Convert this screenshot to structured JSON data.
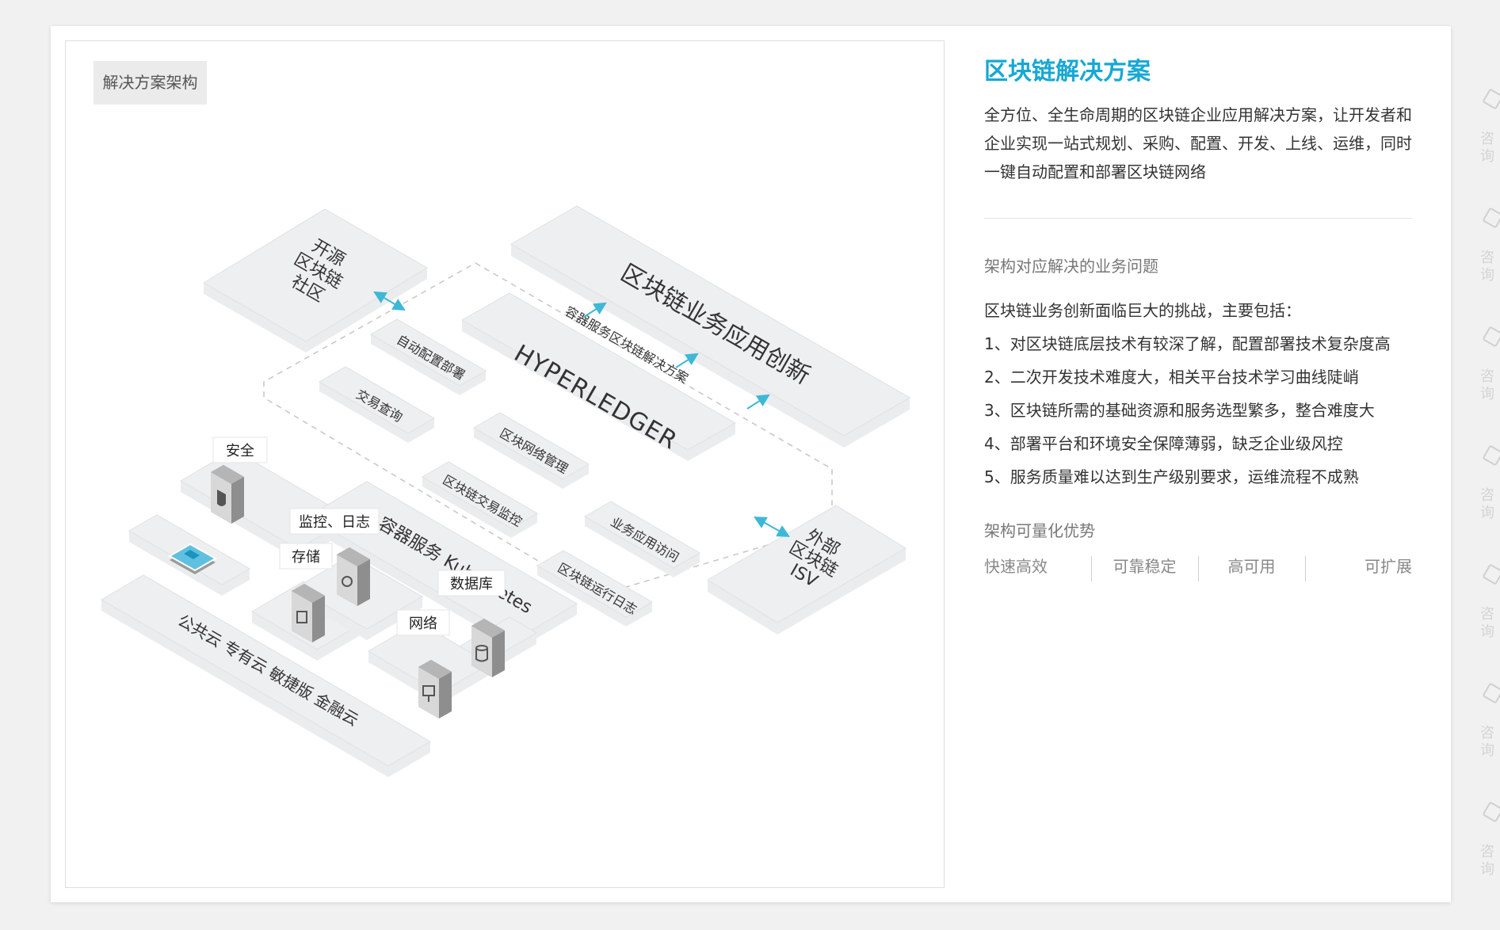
{
  "architecture": {
    "tag": "解决方案架构",
    "diagram": {
      "community": [
        "开源",
        "区块链",
        "社区"
      ],
      "innovation": "区块链业务应用创新",
      "solution": "容器服务区块链解决方案",
      "hyperledger": "HYPERLEDGER",
      "auto_config": "自动配置部署",
      "tx_query": "交易查询",
      "network_mgmt": "区块网络管理",
      "tx_monitor": "区块链交易监控",
      "biz_access": "业务应用访问",
      "run_log": "区块链运行日志",
      "kubernetes": "容器服务 Kubernetes",
      "cloud": "公共云 专有云 敏捷版 金融云",
      "isv": [
        "外部",
        "区块链",
        "ISV"
      ],
      "security": "安全",
      "monitoring": "监控、日志",
      "storage": "存储",
      "database": "数据库",
      "network": "网络"
    }
  },
  "info": {
    "title": "区块链解决方案",
    "description": "全方位、全生命周期的区块链企业应用解决方案，让开发者和企业实现一站式规划、采购、配置、开发、上线、运维，同时一键自动配置和部署区块链网络",
    "problems_heading": "架构对应解决的业务问题",
    "problems_intro": "区块链业务创新面临巨大的挑战，主要包括：",
    "problems": [
      "1、对区块链底层技术有较深了解，配置部署技术复杂度高",
      "2、二次开发技术难度大，相关平台技术学习曲线陡峭",
      "3、区块链所需的基础资源和服务选型繁多，整合难度大",
      "4、部署平台和环境安全保障薄弱，缺乏企业级风控",
      "5、服务质量难以达到生产级别要求，运维流程不成熟"
    ],
    "advantages_heading": "架构可量化优势",
    "advantages": [
      "快速高效",
      "可靠稳定",
      "高可用",
      "可扩展"
    ]
  },
  "side_tabs": [
    "咨询",
    "咨询",
    "咨询",
    "咨询",
    "咨询",
    "咨询",
    "咨询"
  ],
  "colors": {
    "accent": "#17a8d3",
    "arrow": "#3db8d6",
    "panel": "#ebecee"
  }
}
